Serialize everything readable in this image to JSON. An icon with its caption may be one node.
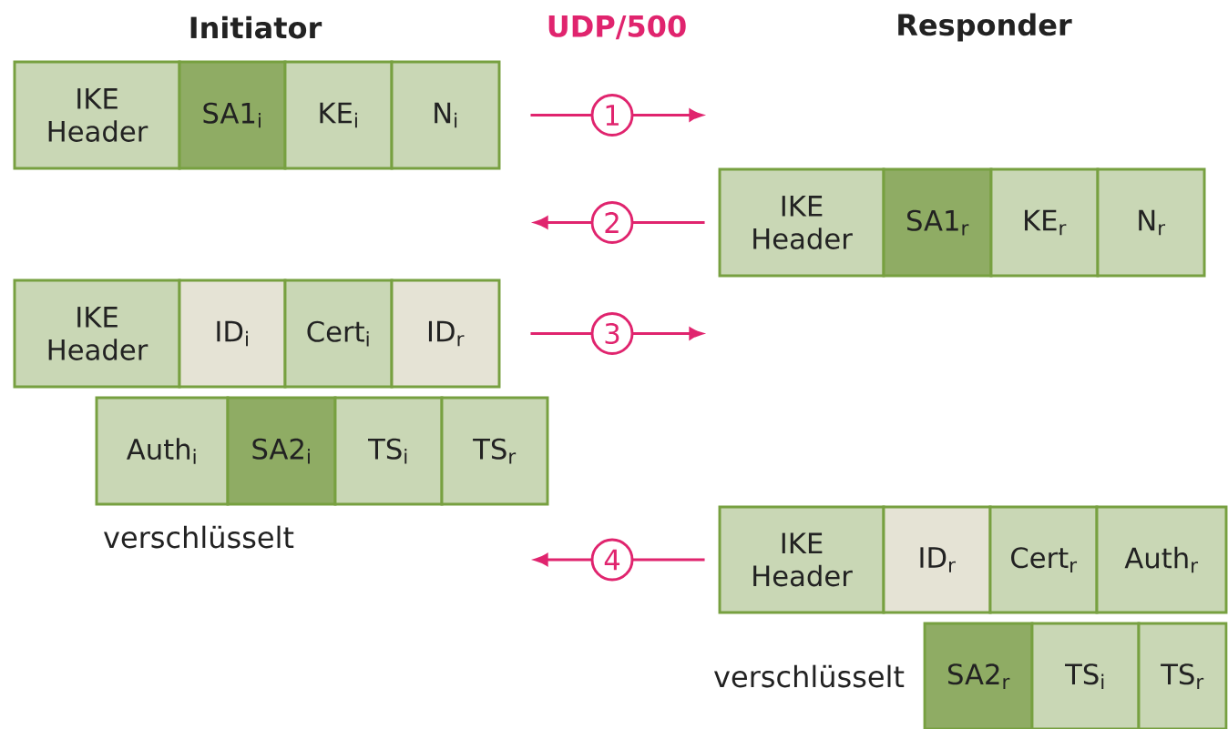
{
  "diagram": {
    "nodes": [
      {
        "text": [
          "IKE Header"
        ]
      },
      {
        "text": [
          "SA1$_{i}$"
        ]
      },
      {
        "text": [
          "KE$_{i}$"
        ]
      },
      {
        "text": [
          "N$_{i}$"
        ]
      },
      {
        "text": [
          "IKE Header"
        ]
      },
      {
        "text": [
          "SA1$_{r}$"
        ]
      },
      {
        "text": [
          "KE$_{r}$"
        ]
      },
      {
        "text": [
          "N$_{r}$"
        ]
      },
      {
        "text": [
          "IKE Header"
        ]
      },
      {
        "text": [
          "ID$_{i}$"
        ]
      },
      {
        "text": [
          "Cert$_{i}$"
        ]
      },
      {
        "text": [
          "ID$_{r}$"
        ]
      },
      {
        "text": [
          "Auth$_{i}$"
        ]
      },
      {
        "text": [
          "SA2$_{i}$"
        ]
      },
      {
        "text": [
          "TS$_{i}$"
        ]
      },
      {
        "text": [
          "TS$_{r}$"
        ]
      },
      {
        "text": [
          "IKE Header"
        ]
      },
      {
        "text": [
          "ID$_{r}$"
        ]
      },
      {
        "text": [
          "Cert$_{r}$"
        ]
      },
      {
        "text": [
          "Auth$_{r}$"
        ]
      },
      {
        "text": [
          "SA2$_{r}$"
        ]
      },
      {
        "text": [
          "TS$_{i}$"
        ]
      },
      {
        "text": [
          "TS$_{r}$"
        ]
      }
    ],
    "edges": [
      {
        "from": 3,
        "to": null,
        "arrow": "to",
        "label": "1"
      },
      {
        "from": 4,
        "to": null,
        "arrow": "to",
        "label": "2"
      },
      {
        "from": 11,
        "to": null,
        "arrow": "to",
        "label": "3"
      },
      {
        "from": 16,
        "to": null,
        "arrow": "to",
        "label": "4"
      }
    ],
    "labels": [
      "Initiator",
      "UDP/500",
      "Responder",
      "verschlüsselt",
      "verschlüsselt"
    ]
  }
}
